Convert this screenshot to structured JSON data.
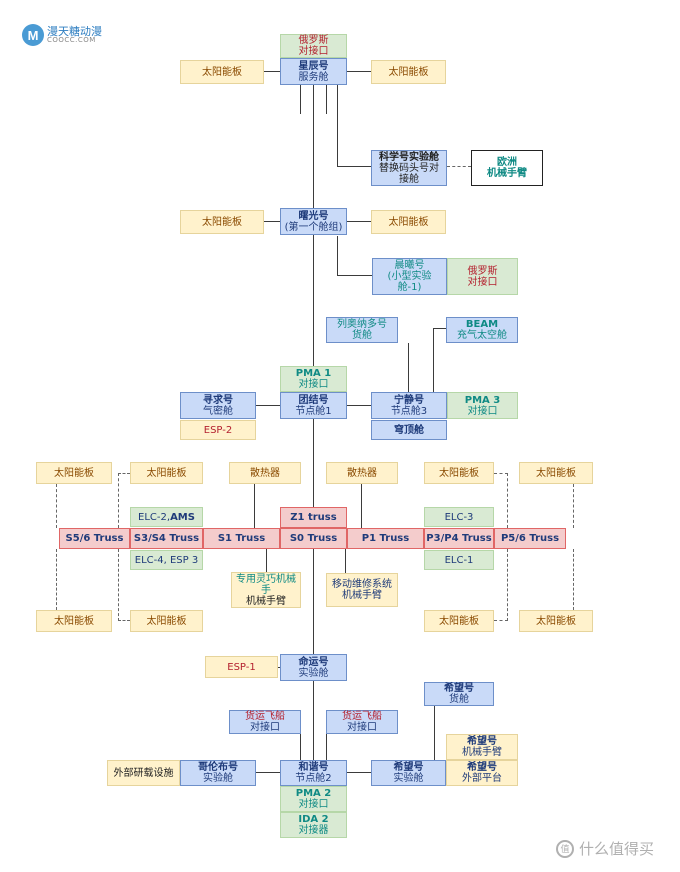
{
  "logo": {
    "mark": "M",
    "name": "漫天糖动漫",
    "sub": "COOCC.COM"
  },
  "watermark": {
    "icon": "值",
    "text": "什么值得买"
  },
  "modules": {
    "zvezda_port": {
      "line1": "俄罗斯",
      "line2": "对接口"
    },
    "zvezda": {
      "line1": "星辰号",
      "line2": "服务舱"
    },
    "solar_zvezda_l": "太阳能板",
    "solar_zvezda_r": "太阳能板",
    "nauka": {
      "line1": "科学号实验舱",
      "line2": "替换码头号对",
      "line3": "接舱"
    },
    "era": {
      "line1": "欧洲",
      "line2": "机械手臂"
    },
    "zarya": {
      "line1": "曙光号",
      "line2": "(第一个舱组)"
    },
    "solar_zarya_l": "太阳能板",
    "solar_zarya_r": "太阳能板",
    "rassvet": {
      "line1": "晨曦号",
      "line2": "(小型实验",
      "line3": "舱-1)"
    },
    "rassvet_port": {
      "line1": "俄罗斯",
      "line2": "对接口"
    },
    "leonardo": {
      "line1": "列奥纳多号",
      "line2": "货舱"
    },
    "beam": {
      "line1": "BEAM",
      "line2": "充气太空舱"
    },
    "pma1": {
      "line1": "PMA 1",
      "line2": "对接口"
    },
    "quest": {
      "line1": "寻求号",
      "line2": "气密舱"
    },
    "esp2": "ESP-2",
    "unity": {
      "line1": "团结号",
      "line2": "节点舱1"
    },
    "tranquility": {
      "line1": "宁静号",
      "line2": "节点舱3"
    },
    "pma3": {
      "line1": "PMA 3",
      "line2": "对接口"
    },
    "cupola": "穹顶舱",
    "solar_upper": [
      "太阳能板",
      "太阳能板",
      "太阳能板",
      "太阳能板"
    ],
    "solar_lower": [
      "太阳能板",
      "太阳能板",
      "太阳能板",
      "太阳能板"
    ],
    "radiator_l": "散热器",
    "radiator_r": "散热器",
    "elc2": {
      "a": "ELC-2, ",
      "b": "AMS"
    },
    "elc4": "ELC-4, ESP 3",
    "elc3": "ELC-3",
    "elc1": "ELC-1",
    "truss": {
      "s56": "S5/6 Truss",
      "s34": "S3/S4 Truss",
      "s1": "S1 Truss",
      "z1": "Z1 truss",
      "s0": "S0 Truss",
      "p1": "P1 Truss",
      "p34": "P3/P4 Truss",
      "p56": "P5/6 Truss"
    },
    "dextre": {
      "line1": "专用灵巧机械",
      "line2": "手",
      "line3": "机械手臂"
    },
    "mss": {
      "line1": "移动维修系统",
      "line2": "机械手臂"
    },
    "esp1": "ESP-1",
    "destiny": {
      "line1": "命运号",
      "line2": "实验舱"
    },
    "hope_cargo": {
      "line1": "希望号",
      "line2": "货舱"
    },
    "cargo_port_l": {
      "line1": "货运飞船",
      "line2": "对接口"
    },
    "cargo_port_r": {
      "line1": "货运飞船",
      "line2": "对接口"
    },
    "hope_arm": {
      "line1": "希望号",
      "line2": "机械手臂"
    },
    "external": "外部研载设施",
    "columbus": {
      "line1": "哥伦布号",
      "line2": "实验舱"
    },
    "harmony": {
      "line1": "和谐号",
      "line2": "节点舱2"
    },
    "kibo": {
      "line1": "希望号",
      "line2": "实验舱"
    },
    "hope_platform": {
      "line1": "希望号",
      "line2": "外部平台"
    },
    "pma2": {
      "line1": "PMA 2",
      "line2": "对接口"
    },
    "ida2": {
      "line1": "IDA 2",
      "line2": "对接器"
    }
  }
}
